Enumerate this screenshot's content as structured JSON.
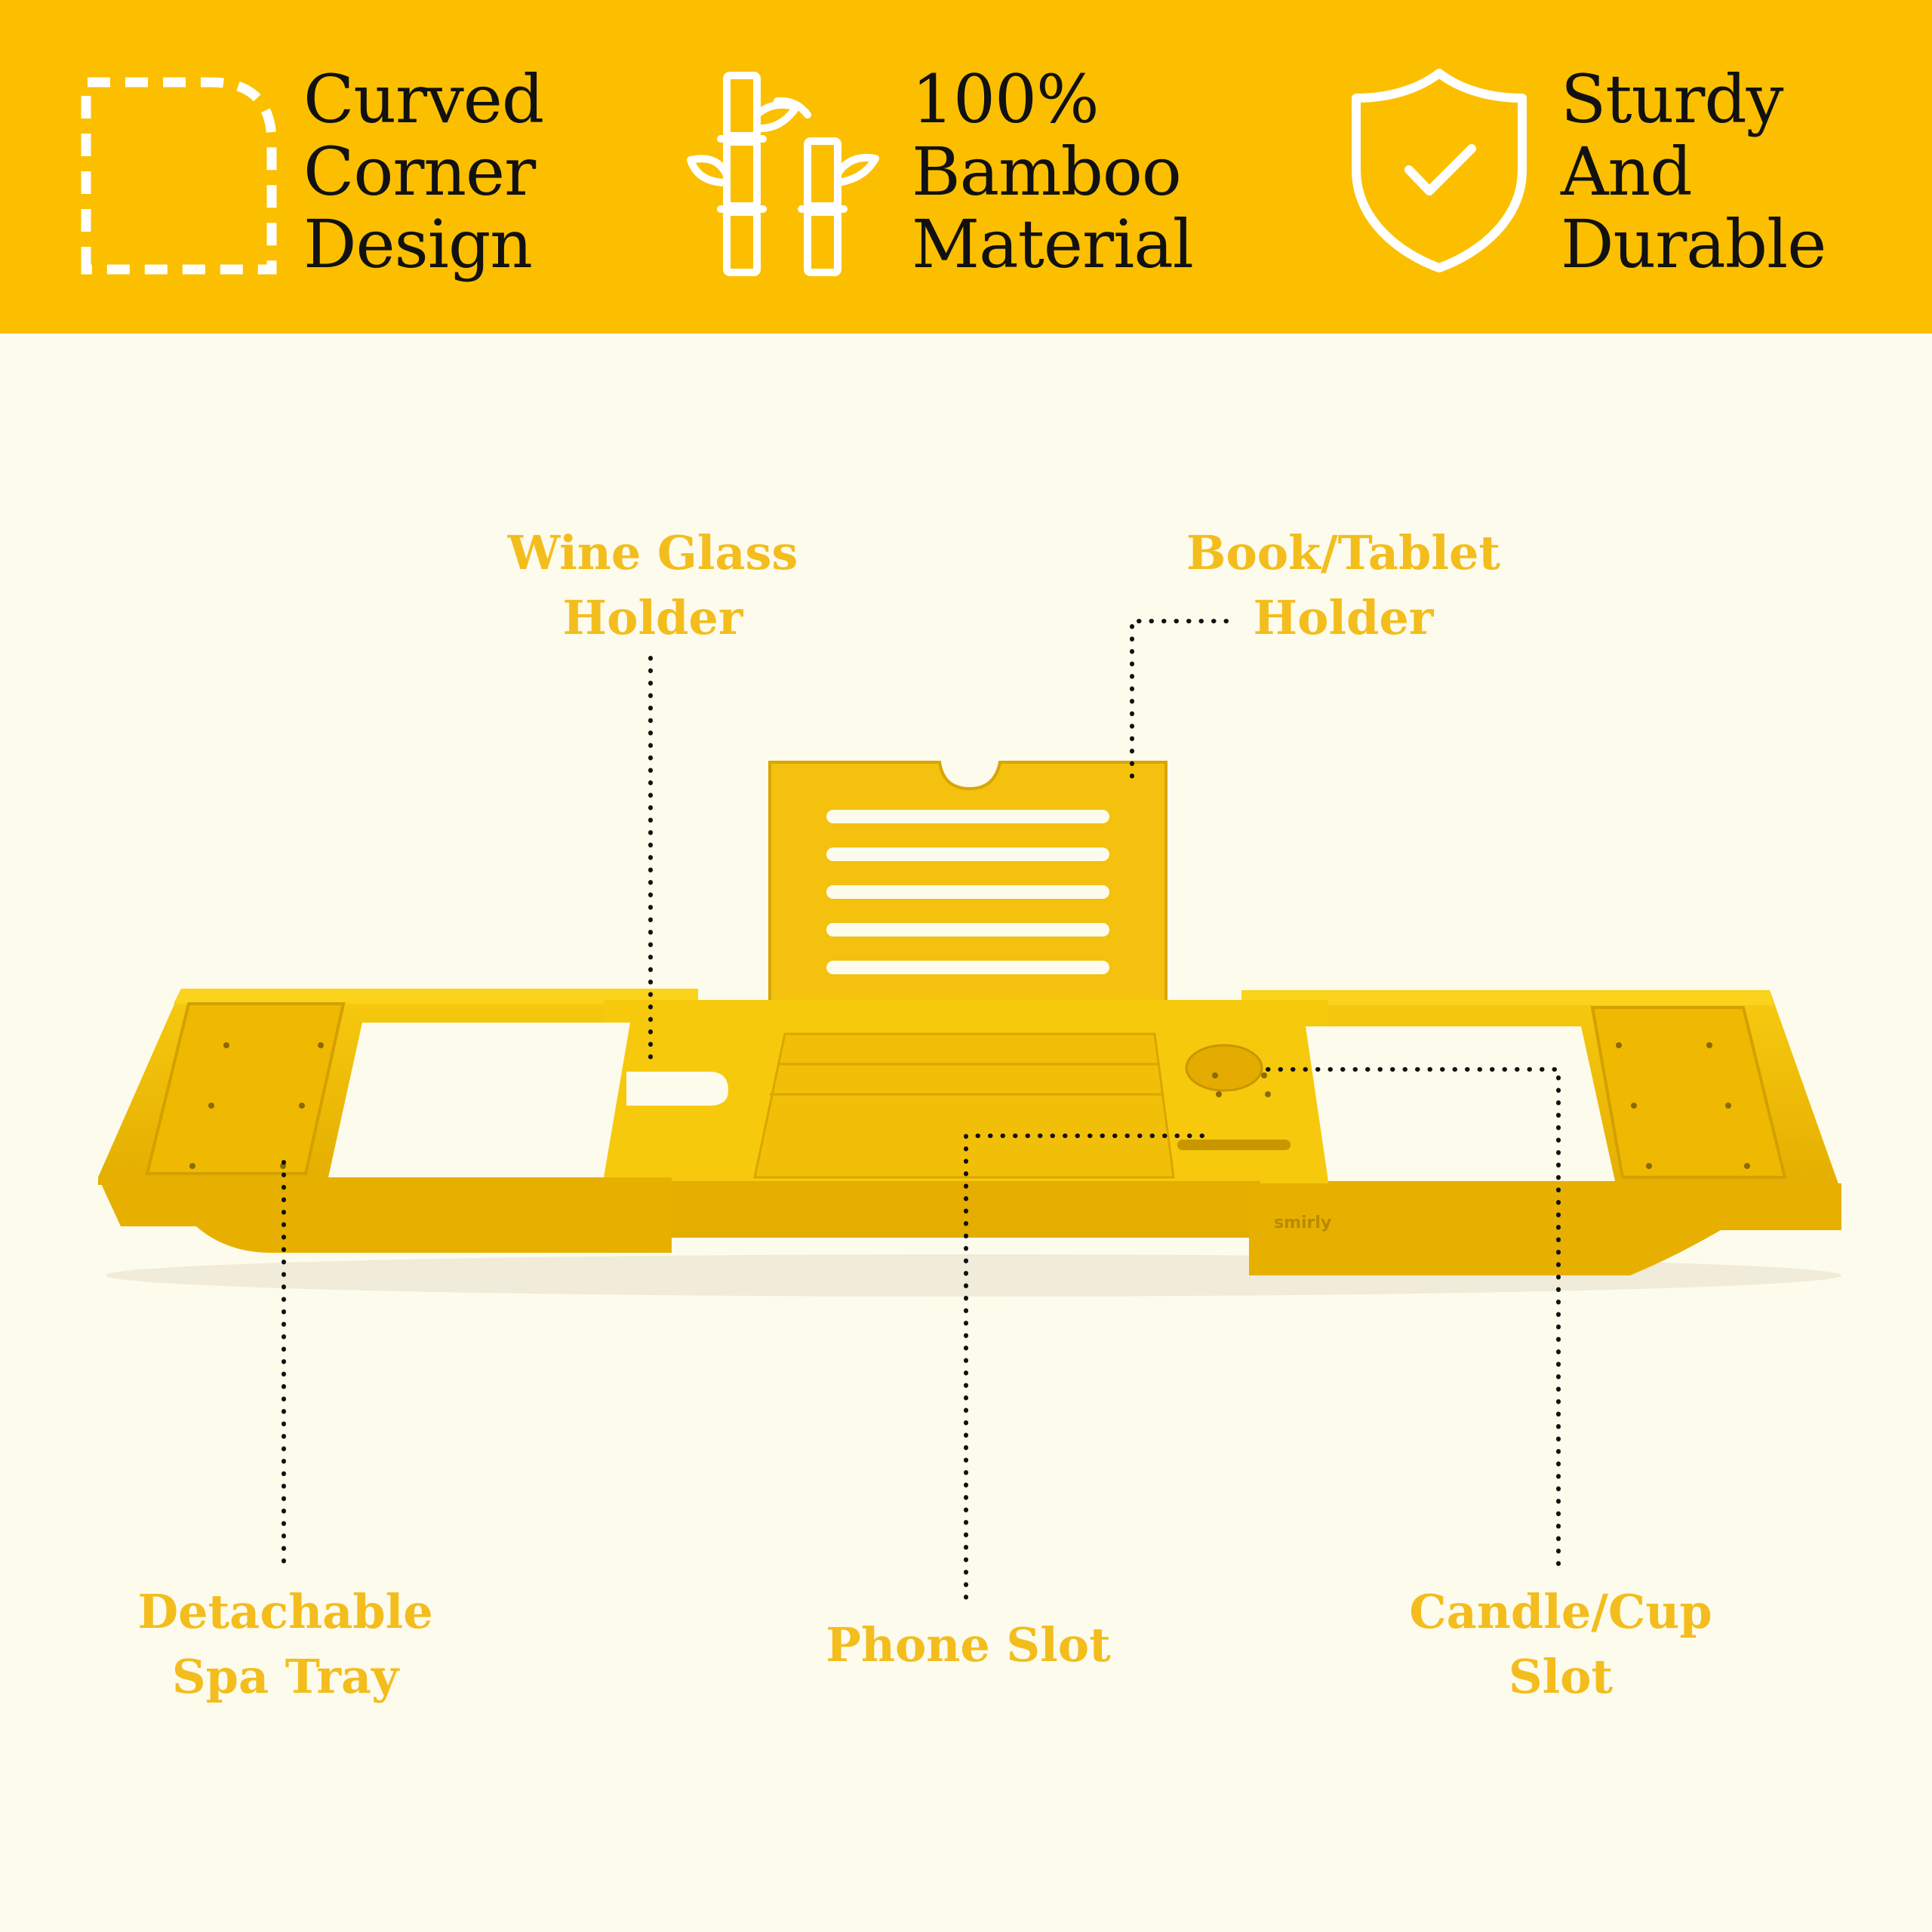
{
  "colors": {
    "banner": "#fbbf00",
    "background": "#fdfbec",
    "callout_text": "#f3bd1d",
    "tray": "#f5c400",
    "leader_dots": "#111111"
  },
  "features": [
    {
      "icon": "curved-corner-icon",
      "lines": [
        "Curved",
        "Corner",
        "Design"
      ]
    },
    {
      "icon": "bamboo-icon",
      "lines": [
        "100%",
        "Bamboo",
        "Material"
      ]
    },
    {
      "icon": "shield-check-icon",
      "lines": [
        "Sturdy",
        "And",
        "Durable"
      ]
    }
  ],
  "brand": "smirly",
  "callouts": {
    "wine_glass": [
      "Wine Glass",
      "Holder"
    ],
    "book_tablet": [
      "Book/Tablet",
      "Holder"
    ],
    "spa_tray": [
      "Detachable",
      "Spa Tray"
    ],
    "phone_slot": [
      "Phone Slot"
    ],
    "candle_cup": [
      "Candle/Cup",
      "Slot"
    ]
  }
}
